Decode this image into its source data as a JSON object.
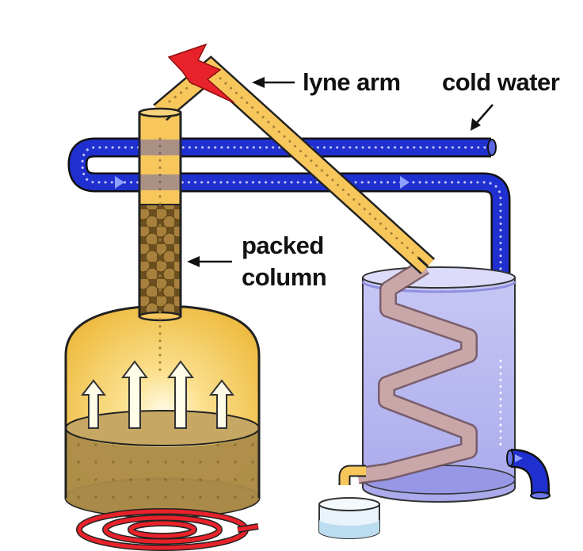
{
  "labels": {
    "lyne_arm": "lyne arm",
    "cold_water": "cold water",
    "packed": "packed",
    "column": "column"
  },
  "colors": {
    "copper_pipe": "#f8c45a",
    "pipe_outline": "#2a2a2a",
    "water_pipe": "#1f2fd0",
    "condenser_water": "#b8b8f0",
    "coil": "#c9a7a8",
    "liquid_mash": "#a98a45",
    "pot_body": "#f2c960",
    "flame": "#e8222a",
    "arrow": "#111111"
  },
  "icons": {
    "heat": "flame-spiral-icon",
    "vapor": "up-arrow-icon",
    "heat_tip": "heat-flame-icon"
  }
}
